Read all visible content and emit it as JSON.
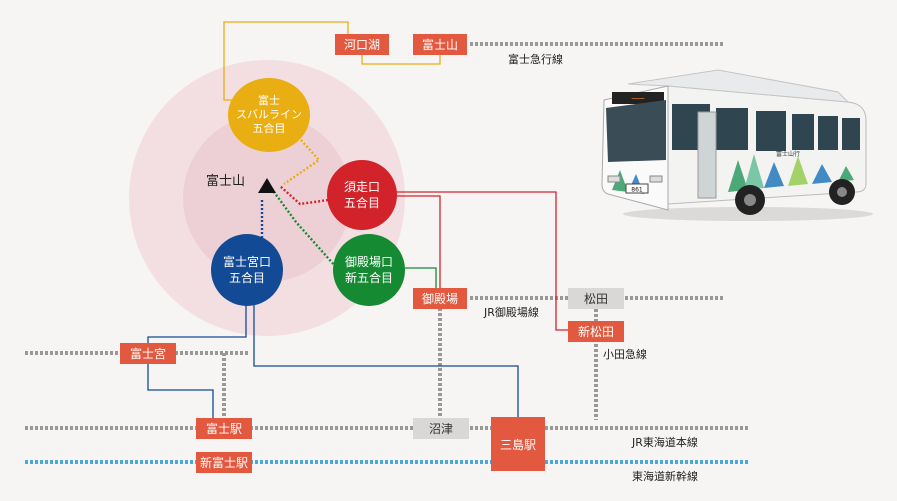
{
  "summit": {
    "label": "富士山"
  },
  "trailheads": [
    {
      "id": "subaru",
      "label": "富士\nスバルライン\n五合目",
      "color": "#e9ae12"
    },
    {
      "id": "subashiri",
      "label": "須走口\n五合目",
      "color": "#d2232a"
    },
    {
      "id": "gotemba",
      "label": "御殿場口\n新五合目",
      "color": "#168a33"
    },
    {
      "id": "fujinomiya",
      "label": "富士宮口\n五合目",
      "color": "#134a95"
    }
  ],
  "stations": {
    "kawaguchiko": "河口湖",
    "fujisan": "富士山",
    "gotemba": "御殿場",
    "matsuda": "松田",
    "shinmatsuda": "新松田",
    "fujinomiya": "富士宮",
    "fuji": "富士駅",
    "shinfuji": "新富士駅",
    "numazu": "沼津",
    "mishima": "三島駅"
  },
  "lines": {
    "fujikyu": "富士急行線",
    "gotemba": "JR御殿場線",
    "odakyu": "小田急線",
    "tokaido": "JR東海道本線",
    "shinkansen": "東海道新幹線"
  },
  "colors": {
    "station": "#e2593f",
    "rail": "#8a8886",
    "shinkansen_rail": "#4aa9d9",
    "halo": "#f0d2d6"
  },
  "bus": {
    "destination": "富士山行",
    "plate": "861"
  }
}
